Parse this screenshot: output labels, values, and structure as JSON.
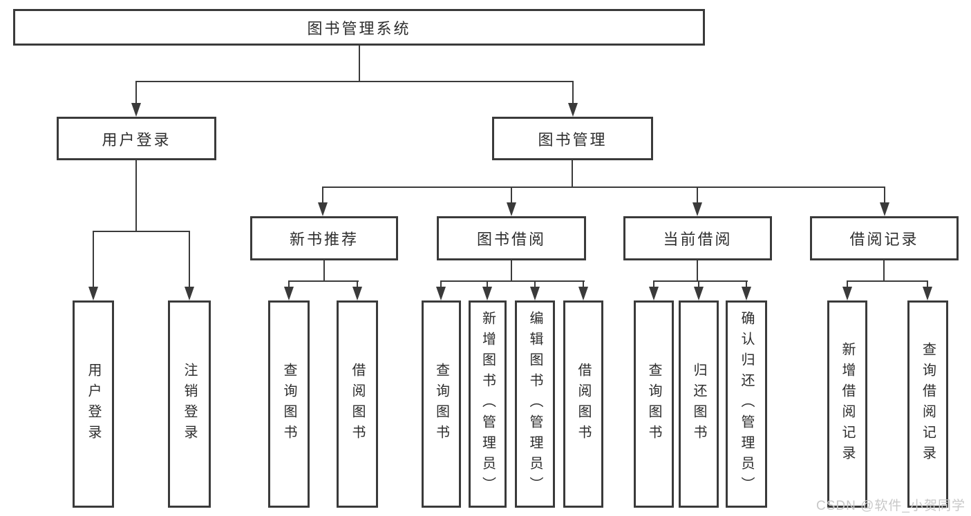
{
  "colors": {
    "line": "#3a3a3a",
    "box_border": "#3a3a3a",
    "text": "#2d2d2d",
    "watermark": "#c8c8c8",
    "background": "#ffffff"
  },
  "diagram": {
    "root": {
      "label": "图书管理系统"
    },
    "modules": [
      {
        "label": "用户登录",
        "children": [
          {
            "label": "用户登录"
          },
          {
            "label": "注销登录"
          }
        ]
      },
      {
        "label": "图书管理",
        "children": [
          {
            "label": "新书推荐",
            "children": [
              {
                "label": "查询图书"
              },
              {
                "label": "借阅图书"
              }
            ]
          },
          {
            "label": "图书借阅",
            "children": [
              {
                "label": "查询图书"
              },
              {
                "label": "新增图书（管理员）"
              },
              {
                "label": "编辑图书（管理员）"
              },
              {
                "label": "借阅图书"
              }
            ]
          },
          {
            "label": "当前借阅",
            "children": [
              {
                "label": "查询图书"
              },
              {
                "label": "归还图书"
              },
              {
                "label": "确认归还（管理员）"
              }
            ]
          },
          {
            "label": "借阅记录",
            "children": [
              {
                "label": "新增借阅记录"
              },
              {
                "label": "查询借阅记录"
              }
            ]
          }
        ]
      }
    ]
  },
  "watermark": {
    "text": "CSDN @软件_小贺同学"
  }
}
